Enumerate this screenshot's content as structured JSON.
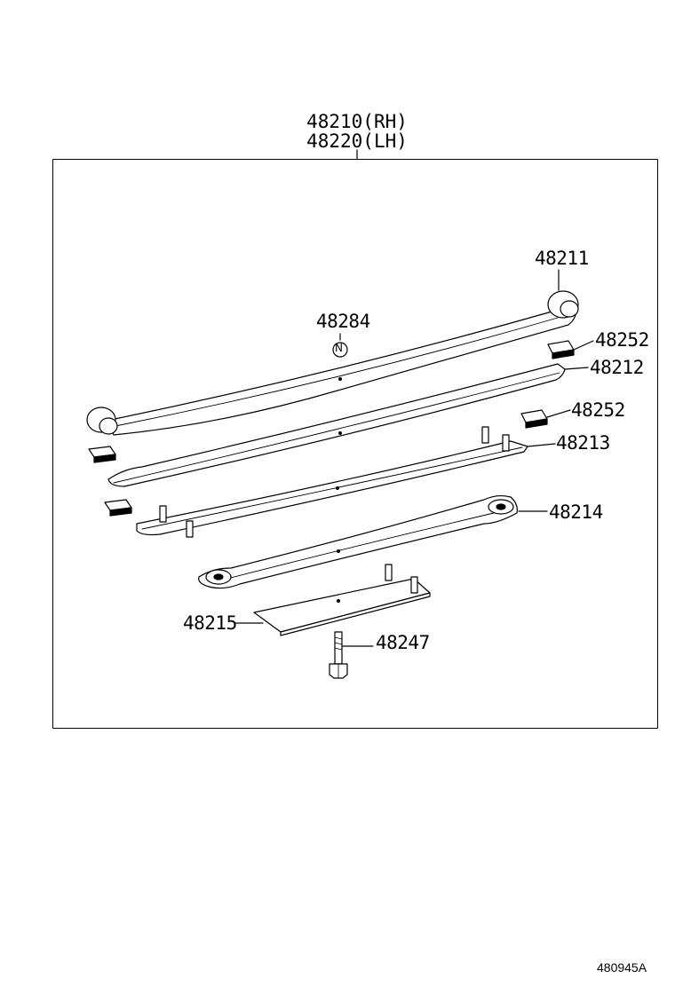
{
  "assembly": {
    "line1": "48210(RH)",
    "line2": "48220(LH)"
  },
  "parts": {
    "p48211": "48211",
    "p48284": "48284",
    "p48284_mark": "N",
    "p48252_a": "48252",
    "p48212": "48212",
    "p48252_b": "48252",
    "p48213": "48213",
    "p48214": "48214",
    "p48215": "48215",
    "p48247": "48247"
  },
  "footer": {
    "code": "480945A"
  }
}
